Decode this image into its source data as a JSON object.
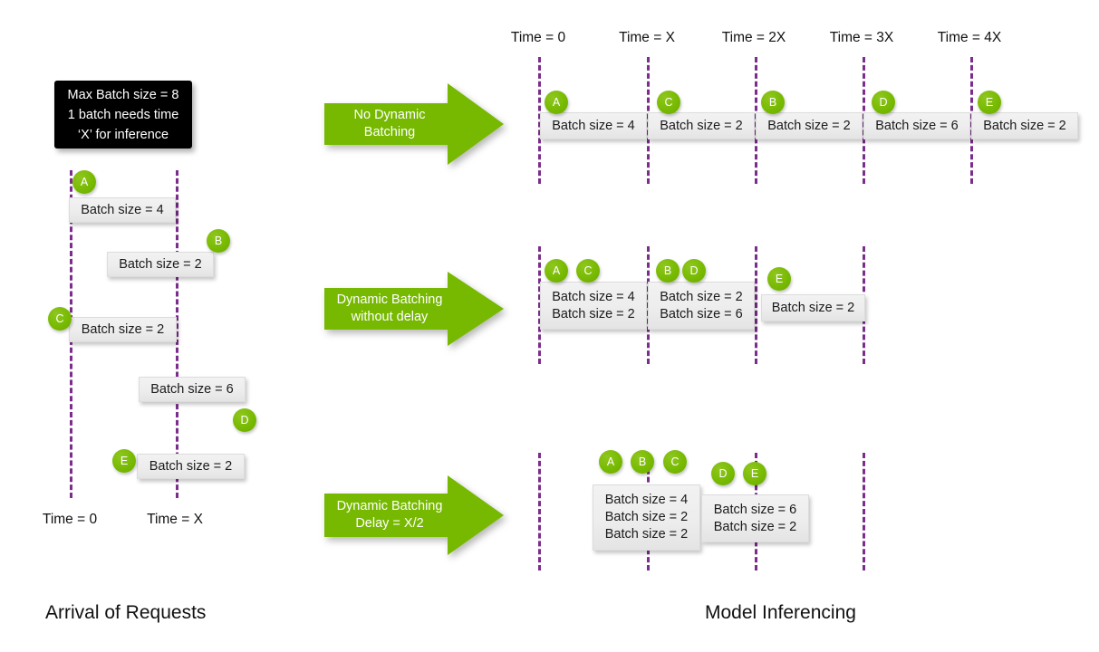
{
  "diagram": {
    "title_left": "Arrival of Requests",
    "title_right": "Model Inferencing",
    "accent_green": "#76b900",
    "timeline_purple": "#7b2d8b",
    "bar_grey": "#ededed"
  },
  "callout": {
    "line1": "Max Batch size = 8",
    "line2": "1 batch needs time",
    "line3": "‘X’ for inference"
  },
  "left_panel": {
    "axis_labels": [
      {
        "label": "Time = 0"
      },
      {
        "label": "Time = X"
      }
    ],
    "requests": [
      {
        "id": "A",
        "bar": "Batch size = 4"
      },
      {
        "id": "B",
        "bar": "Batch size = 2"
      },
      {
        "id": "C",
        "bar": "Batch size = 2"
      },
      {
        "id": "D",
        "bar": "Batch size = 6"
      },
      {
        "id": "E",
        "bar": "Batch size = 2"
      }
    ]
  },
  "right_panel": {
    "axis_labels": [
      {
        "label": "Time = 0"
      },
      {
        "label": "Time = X"
      },
      {
        "label": "Time = 2X"
      },
      {
        "label": "Time = 3X"
      },
      {
        "label": "Time = 4X"
      }
    ],
    "rows": [
      {
        "arrow_line1": "No Dynamic",
        "arrow_line2": "Batching",
        "slots": [
          {
            "ids": [
              "A"
            ],
            "batches": [
              "Batch size = 4"
            ]
          },
          {
            "ids": [
              "C"
            ],
            "batches": [
              "Batch size = 2"
            ]
          },
          {
            "ids": [
              "B"
            ],
            "batches": [
              "Batch size = 2"
            ]
          },
          {
            "ids": [
              "D"
            ],
            "batches": [
              "Batch size = 6"
            ]
          },
          {
            "ids": [
              "E"
            ],
            "batches": [
              "Batch size = 2"
            ]
          }
        ]
      },
      {
        "arrow_line1": "Dynamic Batching",
        "arrow_line2": "without delay",
        "slots": [
          {
            "ids": [
              "A",
              "C"
            ],
            "batches": [
              "Batch size = 4",
              "Batch size = 2"
            ]
          },
          {
            "ids": [
              "B",
              "D"
            ],
            "batches": [
              "Batch size = 2",
              "Batch size = 6"
            ]
          },
          {
            "ids": [
              "E"
            ],
            "batches": [
              "Batch size = 2"
            ]
          }
        ]
      },
      {
        "arrow_line1": "Dynamic Batching",
        "arrow_line2": "Delay = X/2",
        "slots": [
          {
            "ids": [
              "A",
              "B",
              "C"
            ],
            "batches": [
              "Batch size = 4",
              "Batch size = 2",
              "Batch size = 2"
            ]
          },
          {
            "ids": [
              "D",
              "E"
            ],
            "batches": [
              "Batch size = 6",
              "Batch size = 2"
            ]
          }
        ]
      }
    ]
  }
}
